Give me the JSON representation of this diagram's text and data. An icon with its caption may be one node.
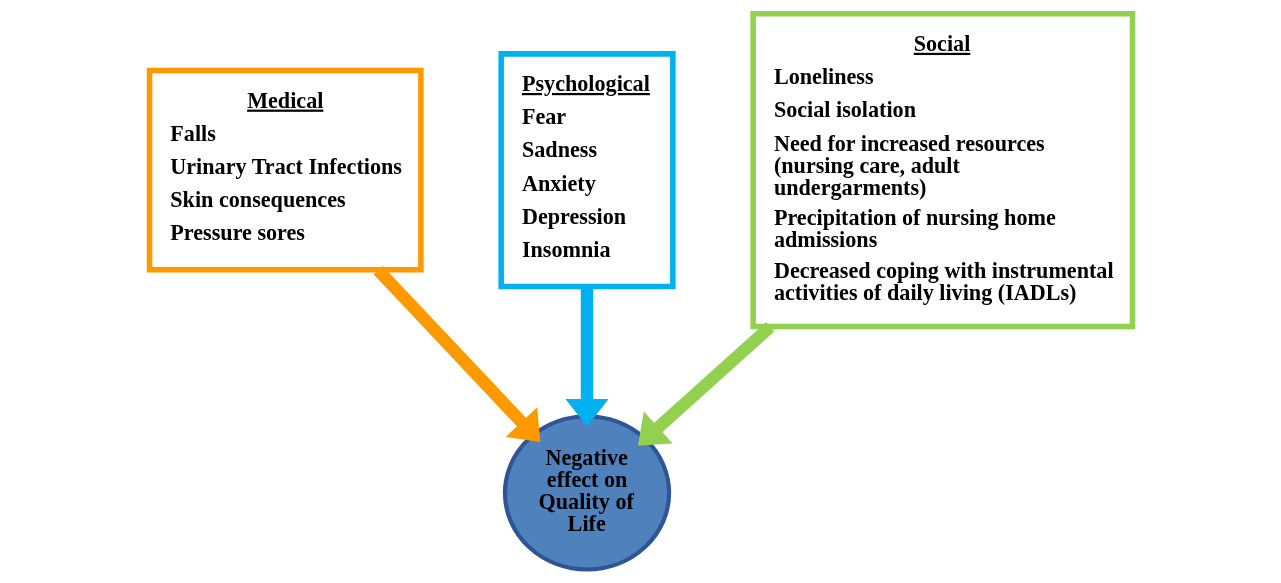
{
  "diagram": {
    "nodes": [
      {
        "text": [
          "Medical",
          "Falls",
          "Urinary Tract Infections",
          "Skin consequences",
          "Pressure sores"
        ]
      },
      {
        "text": [
          "Psychological",
          "Fear",
          "Sadness",
          "Anxiety",
          "Depression",
          "Insomnia"
        ]
      },
      {
        "text": [
          "Social",
          "Loneliness",
          "Social isolation",
          "Need for increased resources (nursing care, adult undergarments)",
          "Precipitation of nursing home admissions",
          "Decreased coping with instrumental activities of daily living (IADLs)"
        ]
      },
      {
        "text": [
          "Negative effect on Quality of Life"
        ]
      }
    ],
    "edges": [
      {
        "from": 0,
        "to": 3,
        "arrow": "to",
        "color": "#ff9900"
      },
      {
        "from": 1,
        "to": 3,
        "arrow": "to",
        "color": "#00b0f0"
      },
      {
        "from": 2,
        "to": 3,
        "arrow": "to",
        "color": "#92d050"
      }
    ]
  }
}
